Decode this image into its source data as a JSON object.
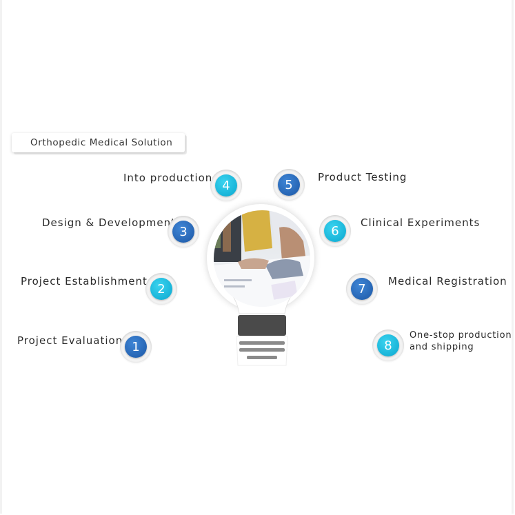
{
  "title": "Orthopedic Medical Solution",
  "steps": [
    {
      "number": "1",
      "label": "Project Evaluation"
    },
    {
      "number": "2",
      "label": "Project Establishment"
    },
    {
      "number": "3",
      "label": "Design & Development"
    },
    {
      "number": "4",
      "label": "Into production"
    },
    {
      "number": "5",
      "label": "Product Testing"
    },
    {
      "number": "6",
      "label": "Clinical Experiments"
    },
    {
      "number": "7",
      "label": "Medical Registration"
    },
    {
      "number": "8",
      "label_line1": "One-stop production",
      "label_line2": "and shipping"
    }
  ],
  "colors": {
    "blue": "#1c57a5",
    "cyan": "#0aa7cf",
    "bulb_base": "#4a4a4a"
  }
}
